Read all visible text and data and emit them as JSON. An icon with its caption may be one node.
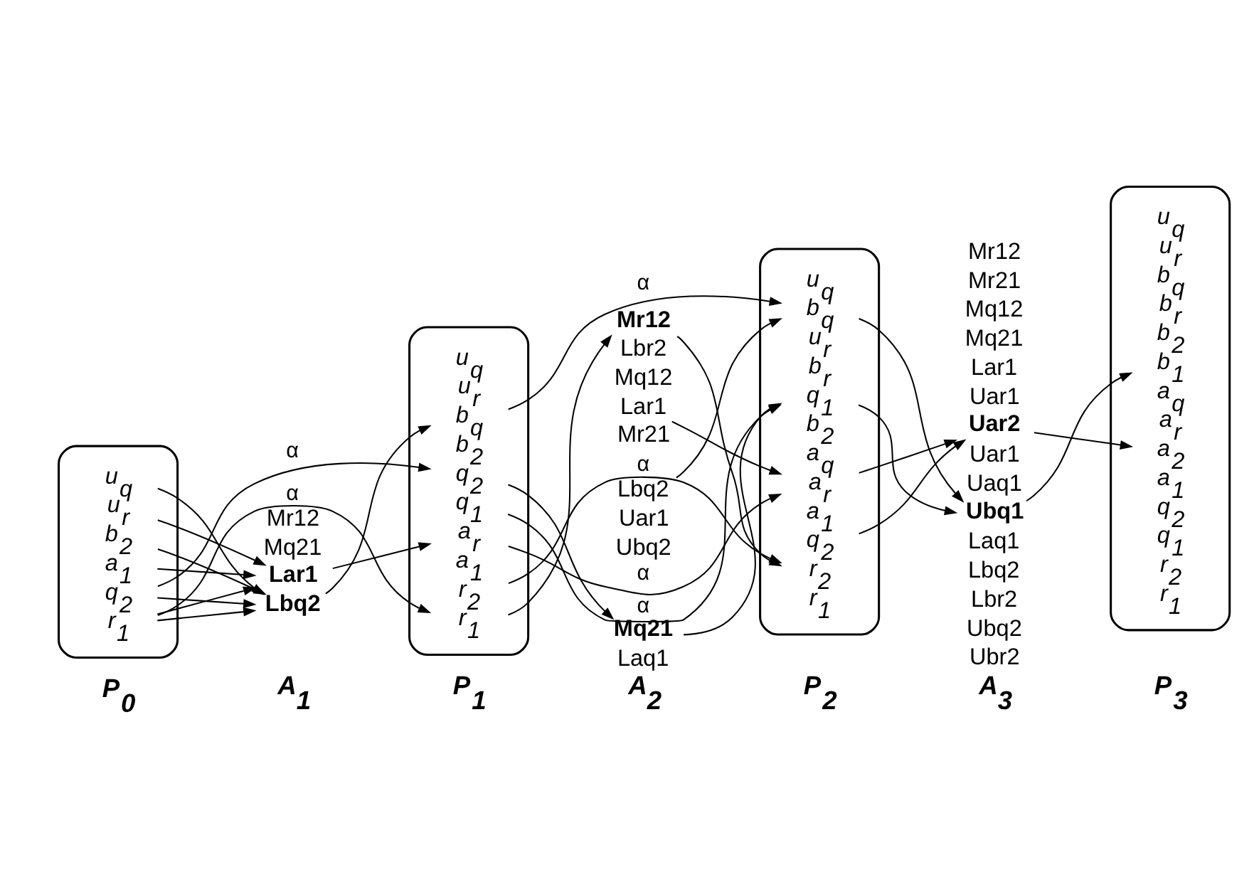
{
  "diagram": {
    "nodes": [
      {
        "text": [],
        "shape": "ellipse"
      },
      {
        "text": [
          "r$_{1}$"
        ],
        "in": 0
      },
      {
        "text": [
          "q$_{2}$"
        ],
        "in": 0
      },
      {
        "text": [
          "a$_{1}$"
        ],
        "in": 0
      },
      {
        "text": [
          "b$_{2}$"
        ],
        "in": 0
      },
      {
        "text": [
          "u$_{r}$"
        ],
        "in": 0
      },
      {
        "text": [
          "u$_{q}$"
        ],
        "in": 0
      },
      {
        "text": [
          "Lar1"
        ]
      },
      {
        "text": [
          "Lbq2"
        ]
      },
      {
        "text": [],
        "shape": "ellipse"
      },
      {
        "text": [
          "r$_{1}$"
        ],
        "in": 9
      },
      {
        "text": [
          "r$_{2}$"
        ],
        "in": 9
      },
      {
        "text": [
          "a$_{1}$"
        ],
        "in": 9
      },
      {
        "text": [
          "a$_{r}$"
        ],
        "in": 9
      },
      {
        "text": [
          "q$_{1}$"
        ],
        "in": 9
      },
      {
        "text": [
          "q$_{2}$"
        ],
        "in": 9
      },
      {
        "text": [
          "b$_{2}$"
        ],
        "in": 9
      },
      {
        "text": [
          "b$_{q}$"
        ],
        "in": 9
      },
      {
        "text": [
          "u$_{r}$"
        ],
        "in": 9
      },
      {
        "text": [
          "u$_{q}$"
        ],
        "in": 9
      },
      {
        "text": [
          "Mr12"
        ]
      },
      {
        "text": [
          "Lar1"
        ]
      },
      {
        "text": [
          "Mq21"
        ]
      },
      {
        "text": [
          "Lbq2"
        ]
      },
      {
        "text": [],
        "shape": "ellipse"
      },
      {
        "text": [
          "r$_{1}$"
        ],
        "in": 24
      },
      {
        "text": [
          "r$_{2}$"
        ],
        "in": 24
      },
      {
        "text": [
          "q$_{2}$"
        ],
        "in": 24
      },
      {
        "text": [
          "a$_{1}$"
        ],
        "in": 24
      },
      {
        "text": [
          "a$_{r}$"
        ],
        "in": 24
      },
      {
        "text": [
          "a$_{q}$"
        ],
        "in": 24
      },
      {
        "text": [
          "b$_{2}$"
        ],
        "in": 24
      },
      {
        "text": [
          "q$_{1}$"
        ],
        "in": 24
      },
      {
        "text": [
          "b$_{r}$"
        ],
        "in": 24
      },
      {
        "text": [
          "u$_{r}$"
        ],
        "in": 24
      },
      {
        "text": [
          "b$_{q}$"
        ],
        "in": 24
      },
      {
        "text": [
          "u$_{q}$"
        ],
        "in": 24
      },
      {
        "text": [
          "Uar2"
        ]
      },
      {
        "text": [
          "Ubq1"
        ]
      },
      {
        "text": [],
        "shape": "ellipse"
      },
      {
        "text": [
          "r$_{1}$"
        ],
        "in": 39
      },
      {
        "text": [
          "r$_{2}$"
        ],
        "in": 39
      },
      {
        "text": [
          "q$_{1}$"
        ],
        "in": 39
      },
      {
        "text": [
          "q$_{2}$"
        ],
        "in": 39
      },
      {
        "text": [
          "a$_{1}$"
        ],
        "in": 39
      },
      {
        "text": [
          "a$_{2}$"
        ],
        "in": 39
      },
      {
        "text": [
          "a$_{r}$"
        ],
        "in": 39
      },
      {
        "text": [
          "a$_{q}$"
        ],
        "in": 39
      },
      {
        "text": [
          "b$_{1}$"
        ],
        "in": 39
      },
      {
        "text": [
          "b$_{2}$"
        ],
        "in": 39
      },
      {
        "text": [
          "b$_{r}$"
        ],
        "in": 39
      },
      {
        "text": [
          "b$_{q}$"
        ],
        "in": 39
      },
      {
        "text": [
          "u$_{r}$"
        ],
        "in": 39
      },
      {
        "text": [
          "u$_{q}$"
        ],
        "in": 39
      }
    ],
    "edges": [
      {
        "from": 1,
        "to": 10,
        "arrow": "to",
        "label": "α"
      },
      {
        "from": 1,
        "to": 7,
        "arrow": "to"
      },
      {
        "from": 3,
        "to": 7,
        "arrow": "to"
      },
      {
        "from": 5,
        "to": 7,
        "arrow": "to"
      },
      {
        "from": 1,
        "to": 8,
        "arrow": "to"
      },
      {
        "from": 2,
        "to": 8,
        "arrow": "to"
      },
      {
        "from": 4,
        "to": 8,
        "arrow": "to"
      },
      {
        "from": 6,
        "to": 8,
        "arrow": "to"
      },
      {
        "from": 2,
        "to": 15,
        "arrow": "to",
        "label": "α"
      },
      {
        "from": 7,
        "to": 13,
        "arrow": "to"
      },
      {
        "from": 8,
        "to": 17,
        "arrow": "to"
      },
      {
        "from": 10,
        "to": 20,
        "arrow": "to"
      },
      {
        "from": 20,
        "to": 26,
        "arrow": "to"
      },
      {
        "from": 11,
        "to": 26,
        "arrow": "to",
        "label": "α"
      },
      {
        "from": 13,
        "to": 29,
        "arrow": "to",
        "label": "α"
      },
      {
        "from": 21,
        "to": 29,
        "arrow": "to"
      },
      {
        "from": 14,
        "to": 32,
        "arrow": "to",
        "label": "α"
      },
      {
        "from": 15,
        "to": 22,
        "arrow": "to"
      },
      {
        "from": 22,
        "to": 32,
        "arrow": "to"
      },
      {
        "from": 17,
        "to": 35,
        "arrow": "to",
        "label": "α"
      },
      {
        "from": 23,
        "to": 35,
        "arrow": "to"
      },
      {
        "from": 27,
        "to": 37,
        "arrow": "to"
      },
      {
        "from": 29,
        "to": 37,
        "arrow": "to"
      },
      {
        "from": 32,
        "to": 38,
        "arrow": "to"
      },
      {
        "from": 35,
        "to": 38,
        "arrow": "to"
      },
      {
        "from": 37,
        "to": 45,
        "arrow": "to"
      },
      {
        "from": 38,
        "to": 48,
        "arrow": "to"
      }
    ],
    "labels": [
      "Mr12",
      "Mq21",
      "Mr21",
      "Lbr2",
      "Mq12",
      "Laq1",
      "Uar1",
      "Ubq2",
      "Mr12",
      "Mr21",
      "Mq12",
      "Mq21",
      "Lar1",
      "Uar1",
      "Uar1",
      "Uaq1",
      "Laq1",
      "Lbq2",
      "Lbr2",
      "Ubq2",
      "Ubr2",
      "P$_{0}$",
      "A$_{1}$",
      "P$_{1}$",
      "A$_{2}$",
      "P$_{2}$",
      "A$_{3}$",
      "P$_{3}$"
    ]
  }
}
